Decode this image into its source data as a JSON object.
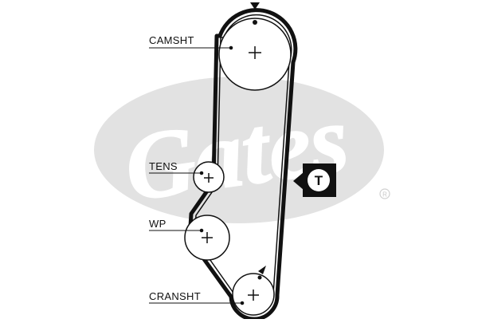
{
  "labels": {
    "camshaft": "CAMSHT",
    "tensioner": "TENS",
    "water_pump": "WP",
    "crankshaft": "CRANSHT"
  },
  "badge": {
    "letter": "T"
  },
  "watermark": {
    "brand": "Gates",
    "registered": "®"
  },
  "colors": {
    "belt": "#111111",
    "watermark": "#e2e2e2",
    "ink": "#111111"
  },
  "icons": [
    "timing-mark-arrow-icon",
    "tensioner-badge-icon",
    "registered-mark-icon"
  ]
}
